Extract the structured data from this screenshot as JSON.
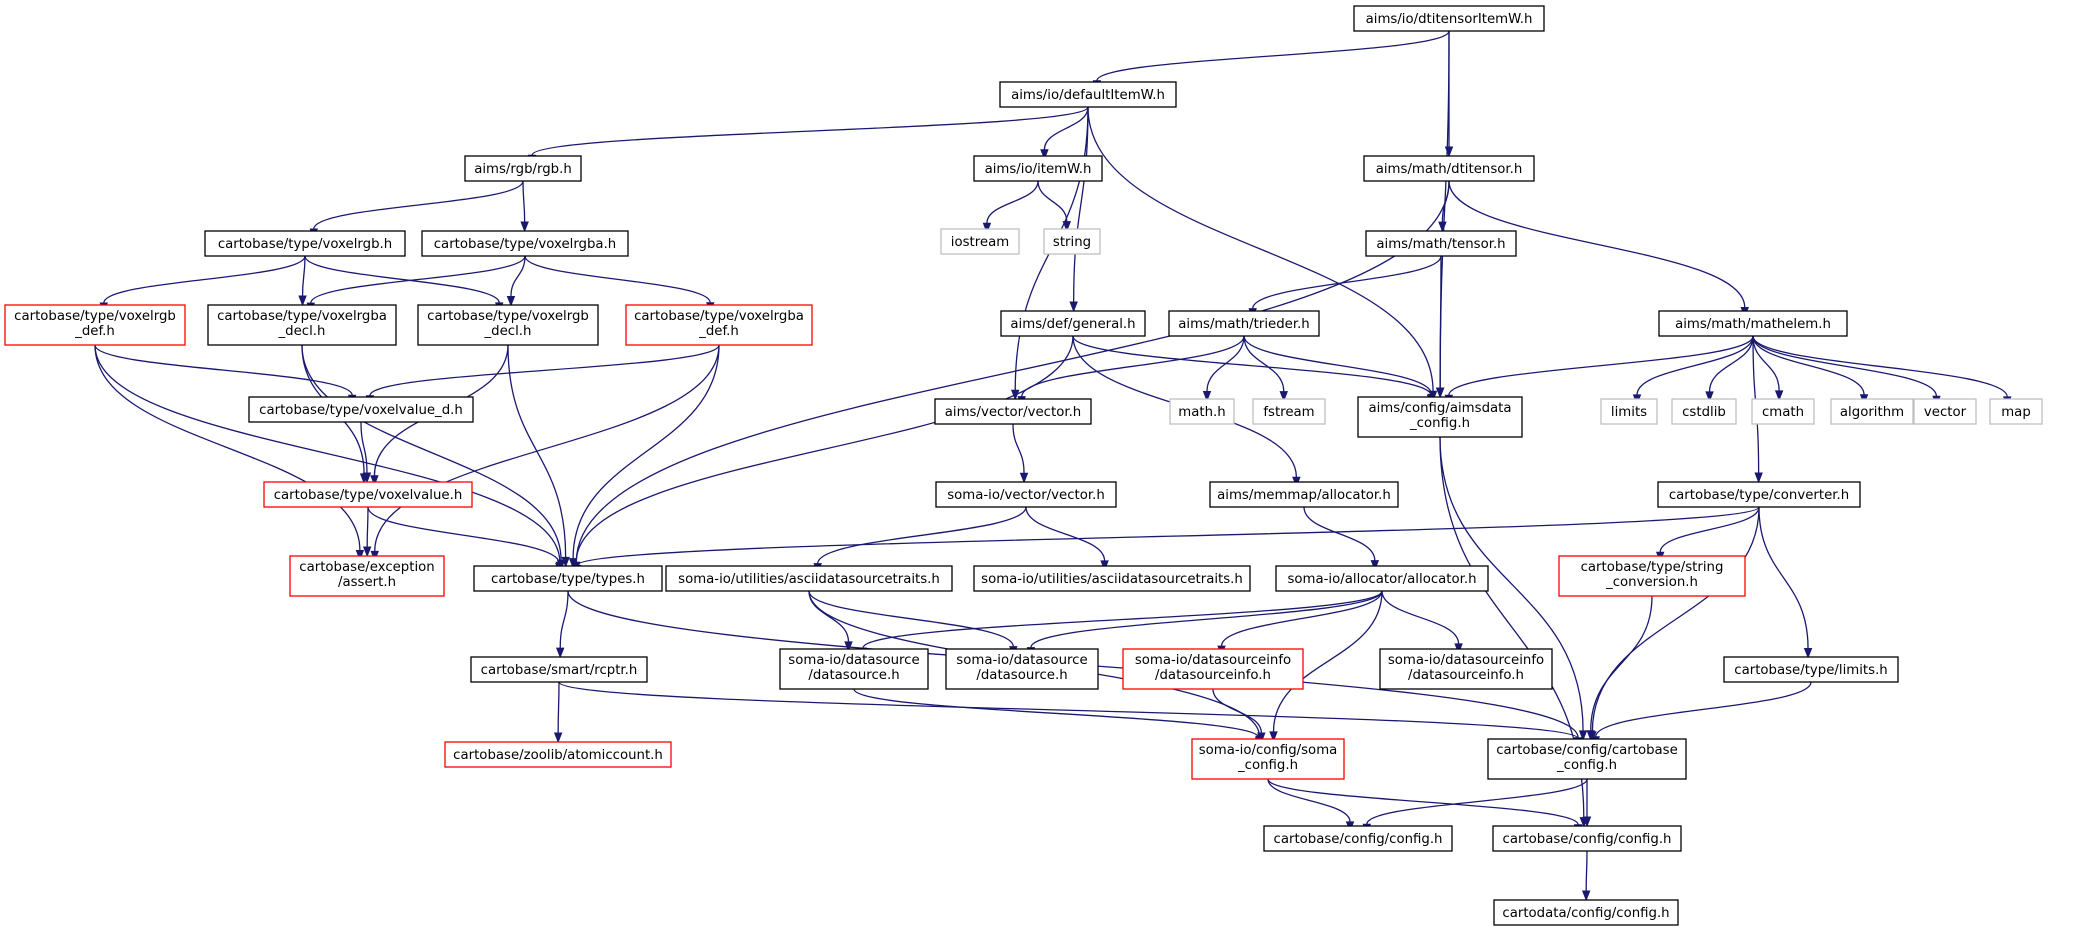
{
  "colors": {
    "edge": "#191970",
    "border_normal": "#000000",
    "border_truncated": "#ff0000",
    "border_external": "#bfbfbf",
    "root_fill": "#bfbfbf",
    "node_fill": "#ffffff"
  },
  "nodes": [
    {
      "id": "root",
      "lines": [
        "aims/io/dtitensorItemW.h"
      ],
      "style": "root"
    },
    {
      "id": "defaultItemW",
      "lines": [
        "aims/io/defaultItemW.h"
      ],
      "style": "normal"
    },
    {
      "id": "rgb",
      "lines": [
        "aims/rgb/rgb.h"
      ],
      "style": "normal"
    },
    {
      "id": "itemW",
      "lines": [
        "aims/io/itemW.h"
      ],
      "style": "normal"
    },
    {
      "id": "dtitensor",
      "lines": [
        "aims/math/dtitensor.h"
      ],
      "style": "normal"
    },
    {
      "id": "voxelrgb",
      "lines": [
        "cartobase/type/voxelrgb.h"
      ],
      "style": "normal"
    },
    {
      "id": "voxelrgba",
      "lines": [
        "cartobase/type/voxelrgba.h"
      ],
      "style": "normal"
    },
    {
      "id": "iostream",
      "lines": [
        "iostream"
      ],
      "style": "external"
    },
    {
      "id": "string",
      "lines": [
        "string"
      ],
      "style": "external"
    },
    {
      "id": "tensor",
      "lines": [
        "aims/math/tensor.h"
      ],
      "style": "normal"
    },
    {
      "id": "voxelrgb_def",
      "lines": [
        "cartobase/type/voxelrgb",
        "_def.h"
      ],
      "style": "truncated"
    },
    {
      "id": "voxelrgba_decl",
      "lines": [
        "cartobase/type/voxelrgba",
        "_decl.h"
      ],
      "style": "normal"
    },
    {
      "id": "voxelrgb_decl",
      "lines": [
        "cartobase/type/voxelrgb",
        "_decl.h"
      ],
      "style": "normal"
    },
    {
      "id": "voxelrgba_def",
      "lines": [
        "cartobase/type/voxelrgba",
        "_def.h"
      ],
      "style": "truncated"
    },
    {
      "id": "general",
      "lines": [
        "aims/def/general.h"
      ],
      "style": "normal"
    },
    {
      "id": "trieder",
      "lines": [
        "aims/math/trieder.h"
      ],
      "style": "normal"
    },
    {
      "id": "mathelem",
      "lines": [
        "aims/math/mathelem.h"
      ],
      "style": "normal"
    },
    {
      "id": "voxelvalue_d",
      "lines": [
        "cartobase/type/voxelvalue_d.h"
      ],
      "style": "normal"
    },
    {
      "id": "vector_h",
      "lines": [
        "aims/vector/vector.h"
      ],
      "style": "normal"
    },
    {
      "id": "math_h",
      "lines": [
        "math.h"
      ],
      "style": "external"
    },
    {
      "id": "fstream",
      "lines": [
        "fstream"
      ],
      "style": "external"
    },
    {
      "id": "aimsdata_config",
      "lines": [
        "aims/config/aimsdata",
        "_config.h"
      ],
      "style": "normal"
    },
    {
      "id": "limits",
      "lines": [
        "limits"
      ],
      "style": "external"
    },
    {
      "id": "cstdlib",
      "lines": [
        "cstdlib"
      ],
      "style": "external"
    },
    {
      "id": "cmath",
      "lines": [
        "cmath"
      ],
      "style": "external"
    },
    {
      "id": "algorithm",
      "lines": [
        "algorithm"
      ],
      "style": "external"
    },
    {
      "id": "vector",
      "lines": [
        "vector"
      ],
      "style": "external"
    },
    {
      "id": "map",
      "lines": [
        "map"
      ],
      "style": "external"
    },
    {
      "id": "voxelvalue",
      "lines": [
        "cartobase/type/voxelvalue.h"
      ],
      "style": "truncated"
    },
    {
      "id": "somavector",
      "lines": [
        "soma-io/vector/vector.h"
      ],
      "style": "normal"
    },
    {
      "id": "allocator_aims",
      "lines": [
        "aims/memmap/allocator.h"
      ],
      "style": "normal"
    },
    {
      "id": "converter",
      "lines": [
        "cartobase/type/converter.h"
      ],
      "style": "normal"
    },
    {
      "id": "assert_h",
      "lines": [
        "cartobase/exception",
        "/assert.h"
      ],
      "style": "truncated"
    },
    {
      "id": "types",
      "lines": [
        "cartobase/type/types.h"
      ],
      "style": "normal"
    },
    {
      "id": "asciitraits1",
      "lines": [
        "soma-io/utilities/asciidatasourcetraits.h"
      ],
      "style": "normal"
    },
    {
      "id": "asciitraits2",
      "lines": [
        "soma-io/utilities/asciidatasourcetraits.h"
      ],
      "style": "normal"
    },
    {
      "id": "allocator_soma",
      "lines": [
        "soma-io/allocator/allocator.h"
      ],
      "style": "normal"
    },
    {
      "id": "string_conversion",
      "lines": [
        "cartobase/type/string",
        "_conversion.h"
      ],
      "style": "truncated"
    },
    {
      "id": "datasource1",
      "lines": [
        "soma-io/datasource",
        "/datasource.h"
      ],
      "style": "normal"
    },
    {
      "id": "datasource2",
      "lines": [
        "soma-io/datasource",
        "/datasource.h"
      ],
      "style": "normal"
    },
    {
      "id": "datasourceinfo1",
      "lines": [
        "soma-io/datasourceinfo",
        "/datasourceinfo.h"
      ],
      "style": "truncated"
    },
    {
      "id": "datasourceinfo2",
      "lines": [
        "soma-io/datasourceinfo",
        "/datasourceinfo.h"
      ],
      "style": "normal"
    },
    {
      "id": "rcptr",
      "lines": [
        "cartobase/smart/rcptr.h"
      ],
      "style": "normal"
    },
    {
      "id": "limits_h",
      "lines": [
        "cartobase/type/limits.h"
      ],
      "style": "normal"
    },
    {
      "id": "atomiccount",
      "lines": [
        "cartobase/zoolib/atomiccount.h"
      ],
      "style": "truncated"
    },
    {
      "id": "soma_config",
      "lines": [
        "soma-io/config/soma",
        "_config.h"
      ],
      "style": "truncated"
    },
    {
      "id": "cartobase_config",
      "lines": [
        "cartobase/config/cartobase",
        "_config.h"
      ],
      "style": "normal"
    },
    {
      "id": "config1",
      "lines": [
        "cartobase/config/config.h"
      ],
      "style": "normal"
    },
    {
      "id": "config2",
      "lines": [
        "cartobase/config/config.h"
      ],
      "style": "normal"
    },
    {
      "id": "cartodata_config",
      "lines": [
        "cartodata/config/config.h"
      ],
      "style": "normal"
    }
  ],
  "edges": [
    [
      "root",
      "defaultItemW"
    ],
    [
      "root",
      "dtitensor"
    ],
    [
      "root",
      "aimsdata_config"
    ],
    [
      "defaultItemW",
      "rgb"
    ],
    [
      "defaultItemW",
      "itemW"
    ],
    [
      "defaultItemW",
      "general"
    ],
    [
      "defaultItemW",
      "vector_h"
    ],
    [
      "defaultItemW",
      "aimsdata_config"
    ],
    [
      "rgb",
      "voxelrgb"
    ],
    [
      "rgb",
      "voxelrgba"
    ],
    [
      "itemW",
      "iostream"
    ],
    [
      "itemW",
      "string"
    ],
    [
      "dtitensor",
      "tensor"
    ],
    [
      "dtitensor",
      "mathelem"
    ],
    [
      "dtitensor",
      "types"
    ],
    [
      "voxelrgb",
      "voxelrgb_def"
    ],
    [
      "voxelrgb",
      "voxelrgba_decl"
    ],
    [
      "voxelrgb",
      "voxelrgb_decl"
    ],
    [
      "voxelrgba",
      "voxelrgba_decl"
    ],
    [
      "voxelrgba",
      "voxelrgb_decl"
    ],
    [
      "voxelrgba",
      "voxelrgba_def"
    ],
    [
      "tensor",
      "trieder"
    ],
    [
      "tensor",
      "aimsdata_config"
    ],
    [
      "voxelrgb_def",
      "voxelvalue_d"
    ],
    [
      "voxelrgb_def",
      "assert_h"
    ],
    [
      "voxelrgb_def",
      "types"
    ],
    [
      "voxelrgba_decl",
      "voxelvalue"
    ],
    [
      "voxelrgba_decl",
      "types"
    ],
    [
      "voxelrgb_decl",
      "voxelvalue"
    ],
    [
      "voxelrgb_decl",
      "types"
    ],
    [
      "voxelrgba_def",
      "voxelvalue_d"
    ],
    [
      "voxelrgba_def",
      "assert_h"
    ],
    [
      "voxelrgba_def",
      "types"
    ],
    [
      "general",
      "types"
    ],
    [
      "general",
      "allocator_aims"
    ],
    [
      "general",
      "aimsdata_config"
    ],
    [
      "trieder",
      "vector_h"
    ],
    [
      "trieder",
      "math_h"
    ],
    [
      "trieder",
      "fstream"
    ],
    [
      "trieder",
      "aimsdata_config"
    ],
    [
      "mathelem",
      "aimsdata_config"
    ],
    [
      "mathelem",
      "limits"
    ],
    [
      "mathelem",
      "cstdlib"
    ],
    [
      "mathelem",
      "cmath"
    ],
    [
      "mathelem",
      "algorithm"
    ],
    [
      "mathelem",
      "vector"
    ],
    [
      "mathelem",
      "map"
    ],
    [
      "mathelem",
      "converter"
    ],
    [
      "voxelvalue_d",
      "voxelvalue"
    ],
    [
      "voxelvalue",
      "assert_h"
    ],
    [
      "voxelvalue",
      "types"
    ],
    [
      "vector_h",
      "somavector"
    ],
    [
      "somavector",
      "asciitraits1"
    ],
    [
      "somavector",
      "asciitraits2"
    ],
    [
      "allocator_aims",
      "allocator_soma"
    ],
    [
      "aimsdata_config",
      "cartobase_config"
    ],
    [
      "aimsdata_config",
      "config2"
    ],
    [
      "converter",
      "types"
    ],
    [
      "converter",
      "string_conversion"
    ],
    [
      "converter",
      "limits_h"
    ],
    [
      "converter",
      "cartobase_config"
    ],
    [
      "types",
      "rcptr"
    ],
    [
      "types",
      "cartobase_config"
    ],
    [
      "asciitraits1",
      "datasource1"
    ],
    [
      "asciitraits1",
      "datasource2"
    ],
    [
      "asciitraits1",
      "soma_config"
    ],
    [
      "allocator_soma",
      "datasource1"
    ],
    [
      "allocator_soma",
      "datasource2"
    ],
    [
      "allocator_soma",
      "datasourceinfo1"
    ],
    [
      "allocator_soma",
      "datasourceinfo2"
    ],
    [
      "allocator_soma",
      "soma_config"
    ],
    [
      "string_conversion",
      "cartobase_config"
    ],
    [
      "datasource1",
      "soma_config"
    ],
    [
      "datasourceinfo1",
      "soma_config"
    ],
    [
      "rcptr",
      "atomiccount"
    ],
    [
      "rcptr",
      "cartobase_config"
    ],
    [
      "limits_h",
      "cartobase_config"
    ],
    [
      "soma_config",
      "config1"
    ],
    [
      "soma_config",
      "config2"
    ],
    [
      "cartobase_config",
      "config1"
    ],
    [
      "cartobase_config",
      "config2"
    ],
    [
      "config2",
      "cartodata_config"
    ]
  ]
}
